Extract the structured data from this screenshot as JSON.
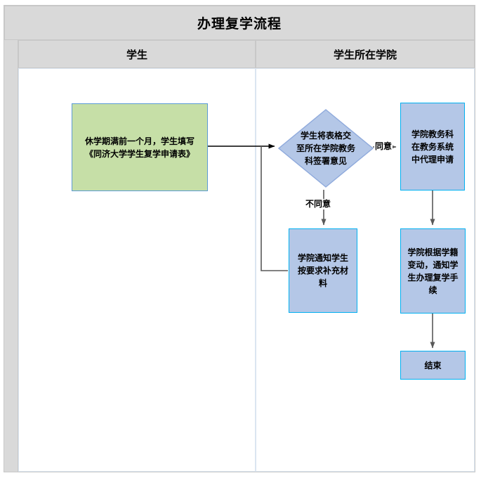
{
  "diagram": {
    "title": "办理复学流程",
    "type": "swimlane-flowchart",
    "lanes": [
      {
        "id": "student",
        "label": "学生"
      },
      {
        "id": "college",
        "label": "学生所在学院"
      }
    ],
    "nodes": [
      {
        "id": "n1",
        "lane": "student",
        "shape": "rectangle",
        "fill": "#c6dfa7",
        "stroke": "#5b9bd5",
        "text": "休学期满前一个月，学生填写\n《同济大学学生复学申请表》"
      },
      {
        "id": "n2",
        "lane": "college",
        "shape": "diamond",
        "fill": "#b4c7e7",
        "stroke": "#8faadc",
        "text": "学生将表格交\n至所在学院教务\n科签署意见"
      },
      {
        "id": "n3",
        "lane": "college",
        "shape": "rectangle",
        "fill": "#b4c7e7",
        "stroke": "#00b0f0",
        "text": "学院教务科\n在教务系统\n中代理申请"
      },
      {
        "id": "n4",
        "lane": "college",
        "shape": "rectangle",
        "fill": "#b4c7e7",
        "stroke": "#00b0f0",
        "text": "学院通知学生\n按要求补充材\n料"
      },
      {
        "id": "n5",
        "lane": "college",
        "shape": "rectangle",
        "fill": "#b4c7e7",
        "stroke": "#00b0f0",
        "text": "学院根据学籍\n变动，通知学\n生办理复学手\n续"
      },
      {
        "id": "n6",
        "lane": "college",
        "shape": "rectangle",
        "fill": "#b4c7e7",
        "stroke": "#00b0f0",
        "text": "结束"
      }
    ],
    "edges": [
      {
        "id": "e1",
        "from": "n1",
        "to": "n2",
        "label": ""
      },
      {
        "id": "e2",
        "from": "n2",
        "to": "n3",
        "label": "同意"
      },
      {
        "id": "e3",
        "from": "n2",
        "to": "n4",
        "label": "不同意"
      },
      {
        "id": "e4",
        "from": "n3",
        "to": "n5",
        "label": ""
      },
      {
        "id": "e5",
        "from": "n5",
        "to": "n6",
        "label": ""
      },
      {
        "id": "e6",
        "from": "n4",
        "to": "n2",
        "label": ""
      }
    ],
    "edge_labels": {
      "agree": "同意",
      "disagree": "不同意"
    },
    "colors": {
      "header_bg": "#d9d9d9",
      "header_border": "#c8c8c8",
      "green_fill": "#c6dfa7",
      "green_stroke": "#5b9bd5",
      "blue_fill": "#b4c7e7",
      "blue_stroke": "#00b0f0",
      "diamond_stroke": "#8faadc",
      "connector": "#595959",
      "lane_body_border": "#dbe5f1"
    }
  }
}
